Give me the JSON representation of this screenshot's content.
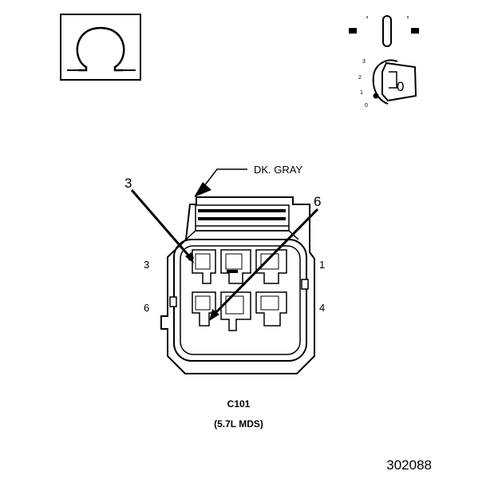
{
  "symbols": {
    "ohmmeter_icon": "ohm-symbol",
    "ignition_icon": "ignition-key-switch",
    "ignition_positions": [
      "3",
      "2",
      "1",
      "0"
    ],
    "key_position_label": "0"
  },
  "connector": {
    "wire_color_label": "DK. GRAY",
    "callouts": [
      "3",
      "6"
    ],
    "cavity_labels": {
      "top_left": "3",
      "top_right": "1",
      "bottom_left": "6",
      "bottom_right": "4"
    },
    "name": "C101",
    "variant": "(5.7L MDS)"
  },
  "figure_number": "302088"
}
